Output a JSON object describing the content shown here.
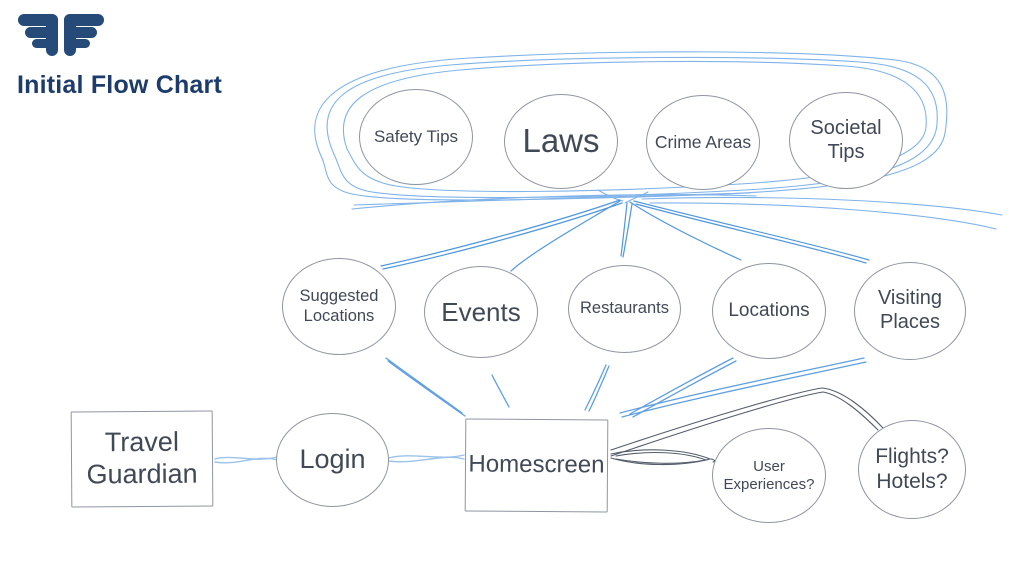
{
  "header": {
    "title": "Initial Flow Chart",
    "logo_icon": "wings-logo",
    "brand_navy": "#274b79",
    "title_color": "#1d3c6b"
  },
  "colors": {
    "node_border": "#8f959f",
    "node_text": "#414956",
    "blue_line": "#4f97e0",
    "blue_loop": "#7fb3ea",
    "wavy_line": "#9cc3ea",
    "dark_line": "#555d6b",
    "background": "#ffffff"
  },
  "nodes": {
    "safety_tips": {
      "label": "Safety Tips",
      "shape": "ellipse"
    },
    "laws": {
      "label": "Laws",
      "shape": "ellipse"
    },
    "crime_areas": {
      "label": "Crime Areas",
      "shape": "ellipse"
    },
    "societal_tips": {
      "label": "Societal Tips",
      "shape": "ellipse"
    },
    "suggested_locations": {
      "label": "Suggested Locations",
      "shape": "ellipse"
    },
    "events": {
      "label": "Events",
      "shape": "ellipse"
    },
    "restaurants": {
      "label": "Restaurants",
      "shape": "ellipse"
    },
    "locations": {
      "label": "Locations",
      "shape": "ellipse"
    },
    "visiting_places": {
      "label": "Visiting Places",
      "shape": "ellipse"
    },
    "travel_guardian": {
      "label": "Travel Guardian",
      "shape": "rect"
    },
    "login": {
      "label": "Login",
      "shape": "ellipse"
    },
    "homescreen": {
      "label": "Homescreen",
      "shape": "rect"
    },
    "user_experiences": {
      "label": "User Experiences?",
      "shape": "ellipse"
    },
    "flights_hotels": {
      "label": "Flights? Hotels?",
      "shape": "ellipse"
    }
  },
  "groups": [
    {
      "name": "info_group",
      "members": [
        "safety_tips",
        "laws",
        "crime_areas",
        "societal_tips"
      ],
      "style": "hand-drawn blue loop"
    }
  ],
  "edges": [
    {
      "from": "travel_guardian",
      "to": "login",
      "style": "blue-wavy"
    },
    {
      "from": "login",
      "to": "homescreen",
      "style": "blue-wavy"
    },
    {
      "from": "homescreen",
      "to": "suggested_locations",
      "style": "blue"
    },
    {
      "from": "homescreen",
      "to": "events",
      "style": "blue"
    },
    {
      "from": "homescreen",
      "to": "restaurants",
      "style": "blue"
    },
    {
      "from": "homescreen",
      "to": "locations",
      "style": "blue"
    },
    {
      "from": "homescreen",
      "to": "visiting_places",
      "style": "blue"
    },
    {
      "from": "info_group",
      "to": "suggested_locations",
      "style": "blue"
    },
    {
      "from": "info_group",
      "to": "events",
      "style": "blue"
    },
    {
      "from": "info_group",
      "to": "restaurants",
      "style": "blue"
    },
    {
      "from": "info_group",
      "to": "locations",
      "style": "blue"
    },
    {
      "from": "info_group",
      "to": "visiting_places",
      "style": "blue"
    },
    {
      "from": "homescreen",
      "to": "user_experiences",
      "style": "dark-loop"
    },
    {
      "from": "homescreen",
      "to": "flights_hotels",
      "style": "dark"
    }
  ]
}
